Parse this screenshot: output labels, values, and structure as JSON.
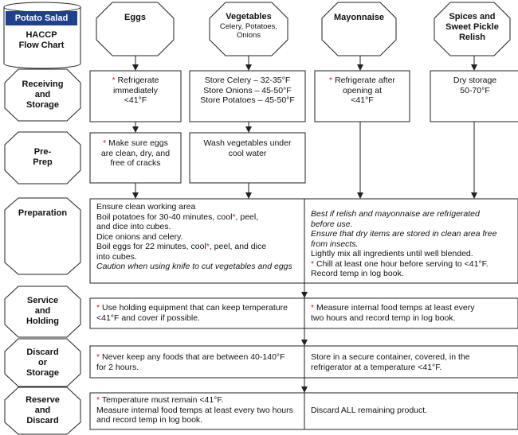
{
  "header": {
    "title": "Potato Salad",
    "subtitle_line1": "HACCP",
    "subtitle_line2": "Flow Chart",
    "title_bg_color": "#1f3f8f"
  },
  "ingredients": [
    {
      "title": "Eggs",
      "subtitle": ""
    },
    {
      "title": "Vegetables",
      "subtitle_lines": [
        "Celery, Potatoes,",
        "Onions"
      ]
    },
    {
      "title": "Mayonnaise",
      "subtitle": ""
    },
    {
      "title_lines": [
        "Spices and",
        "Sweet Pickle",
        "Relish"
      ]
    }
  ],
  "steps": [
    {
      "label_lines": [
        "Receiving",
        "and",
        "Storage"
      ]
    },
    {
      "label_lines": [
        "Pre-",
        "Prep"
      ]
    },
    {
      "label_lines": [
        "Preparation"
      ]
    },
    {
      "label_lines": [
        "Service",
        "and",
        "Holding"
      ]
    },
    {
      "label_lines": [
        "Discard",
        "or",
        "Storage"
      ]
    },
    {
      "label_lines": [
        "Reserve",
        "and",
        "Discard"
      ]
    }
  ],
  "receiving": {
    "eggs": [
      "Refrigerate",
      "immediately",
      "<41°F"
    ],
    "vegetables": [
      "Store Celery – 32-35°F",
      "Store Onions – 45-50°F",
      "Store Potatoes – 45-50°F"
    ],
    "mayonnaise": [
      "Refrigerate after",
      "opening at",
      "<41°F"
    ],
    "spices": [
      "Dry storage",
      "50-70°F"
    ]
  },
  "preprep": {
    "eggs": [
      "Make sure eggs",
      "are clean, dry, and",
      "free of cracks"
    ],
    "vegetables": [
      "Wash vegetables under",
      "cool water"
    ]
  },
  "preparation": {
    "left": [
      "Ensure clean working area",
      "Boil potatoes for 30-40 minutes, cool",
      ", peel,",
      "and dice into cubes.",
      "Dice onions and celery.",
      "Boil eggs for 22 minutes, cool",
      ", peel, and dice",
      "into cubes.",
      "Caution when using knife to cut vegetables and eggs"
    ],
    "right": [
      "Best if relish and mayonnaise are refrigerated",
      "before use.",
      "Ensure that dry items are stored in clean area free",
      "from insects.",
      "Lightly mix all ingredients until well blended.",
      "Chill at least one hour before serving to <41°F.",
      "Record temp in log book."
    ]
  },
  "service": {
    "left": [
      "Use holding equipment that can keep temperature",
      "<41°F and cover if possible."
    ],
    "right": [
      "Measure internal food temps at least every",
      "two hours and record temp in log book."
    ]
  },
  "discard": {
    "left": [
      "Never keep any foods that are between 40-140°F",
      "for 2 hours."
    ],
    "right": [
      "Store in a secure container, covered, in the",
      "refrigerator at a temperature <41°F."
    ]
  },
  "reserve": {
    "left": [
      "Temperature must remain <41°F.",
      "Measure internal food temps at least every two hours",
      "and record temp in log book."
    ],
    "right": [
      "Discard ALL remaining product."
    ]
  },
  "colors": {
    "asterisk": "#d11a1a",
    "line": "#222222"
  }
}
